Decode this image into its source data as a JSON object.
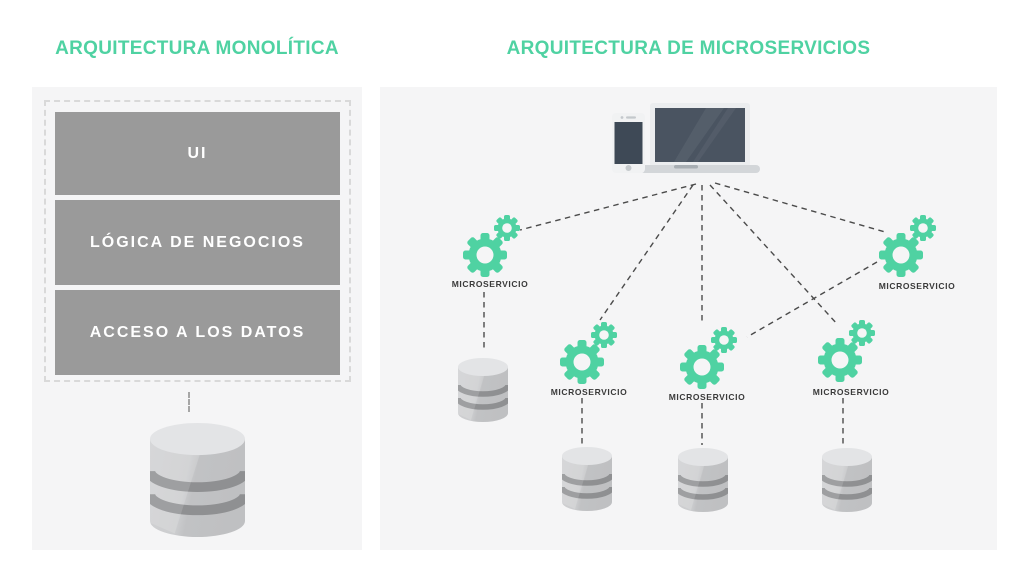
{
  "left_panel": {
    "title": "ARQUITECTURA MONOLÍTICA",
    "layers": [
      {
        "label": "UI"
      },
      {
        "label": "LÓGICA DE NEGOCIOS"
      },
      {
        "label": "ACCESO A LOS DATOS"
      }
    ],
    "database_icon": "database-cylinder"
  },
  "right_panel": {
    "title": "ARQUITECTURA DE MICROSERVICIOS",
    "client_devices": [
      "smartphone-icon",
      "laptop-icon"
    ],
    "services": [
      {
        "label": "MICROSERVICIO",
        "has_database": true
      },
      {
        "label": "MICROSERVICIO",
        "has_database": true
      },
      {
        "label": "MICROSERVICIO",
        "has_database": true
      },
      {
        "label": "MICROSERVICIO",
        "has_database": true
      },
      {
        "label": "MICROSERVICIO",
        "has_database": false
      }
    ]
  },
  "colors": {
    "accent_green": "#4FD2A2",
    "layer_bar_gray": "#9A9A9A",
    "panel_background": "#F5F5F6",
    "label_text": "#3A3A3A",
    "connector_line": "#4B4B4B",
    "dashed_border": "#D9D9D9"
  }
}
